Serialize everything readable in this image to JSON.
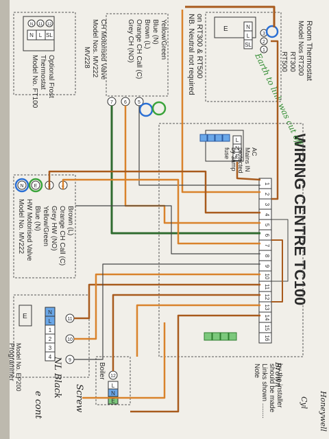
{
  "title": "WIRING CENTRE TC100",
  "room_thermostat": {
    "heading": "Room Thermostat",
    "model": "Model Nos RT200",
    "model2": "RT300",
    "model3": "RT500",
    "terminals": [
      "N",
      "L",
      "SL"
    ],
    "pins": [
      "3",
      "2",
      "1"
    ]
  },
  "neutral_note": {
    "line1": "NB. Neutral not required",
    "line2": "on RT300 & RT500"
  },
  "ch_valve": {
    "wires": [
      "Yellow/Green",
      "Blue (N)",
      "Brown (L)",
      "Orange CH Call (C)",
      "Grey CH (NO)"
    ],
    "name": "CH Motorised Valve",
    "model": "Model Nos. MV222",
    "model2": "MV228",
    "pins": [
      "7",
      "6",
      "5"
    ]
  },
  "frost_thermostat": {
    "heading": "Optional Frost",
    "heading2": "Thermostat",
    "model": "Model No. FT100",
    "terminals": [
      "N",
      "L",
      "SL"
    ],
    "pins": [
      "N",
      "11",
      "12"
    ]
  },
  "mains": {
    "line1": "AC",
    "line2": "Mains IN",
    "line3": "protected",
    "line4": "by 3amp",
    "line5": "fuse",
    "terminals": [
      "L",
      "N",
      "E"
    ]
  },
  "terminal_strip": [
    "1",
    "2",
    "3",
    "4",
    "5",
    "6",
    "7",
    "8",
    "9",
    "10",
    "11",
    "12",
    "13",
    "14",
    "15",
    "16"
  ],
  "hw_valve": {
    "wires": [
      "Brown (L)",
      "Orange CH Call (C)",
      "Grey HW (NO)",
      "Yellow/Green",
      "Blue (N)"
    ],
    "name": "HW Motorised Valve",
    "model": "Model No. MV222",
    "pins": [
      "N",
      "E",
      "2",
      "4"
    ]
  },
  "programmer": {
    "heading": "Programmer",
    "model": "Model No. EP200",
    "terminals": [
      "N",
      "L",
      "1",
      "2",
      "3",
      "4"
    ],
    "pins": [
      "11",
      "10",
      "9"
    ]
  },
  "boiler": {
    "heading": "Boiler",
    "terminals": [
      "L",
      "N",
      "E"
    ],
    "pin": "12"
  },
  "note": {
    "line1": "Note",
    "line2": "Links shown ........",
    "line3": "should be made",
    "line4": "by the installer"
  },
  "earth_label": "E",
  "handwriting": {
    "green_note": "Earth to link was cut off",
    "brown_note": "Brown",
    "honeywell": "Honeywell",
    "cylinder": "Cyl",
    "bottom_note": "NL Black",
    "bottom_note2": "Screw",
    "bottom_note3": "e cont"
  },
  "colors": {
    "paper": "#f1efe9",
    "brown_wire": "#a85a1c",
    "orange_wire": "#d9822b",
    "green_wire": "#2f6b2f",
    "blue_marker": "#2a6fd4",
    "green_marker": "#3aa33a"
  }
}
